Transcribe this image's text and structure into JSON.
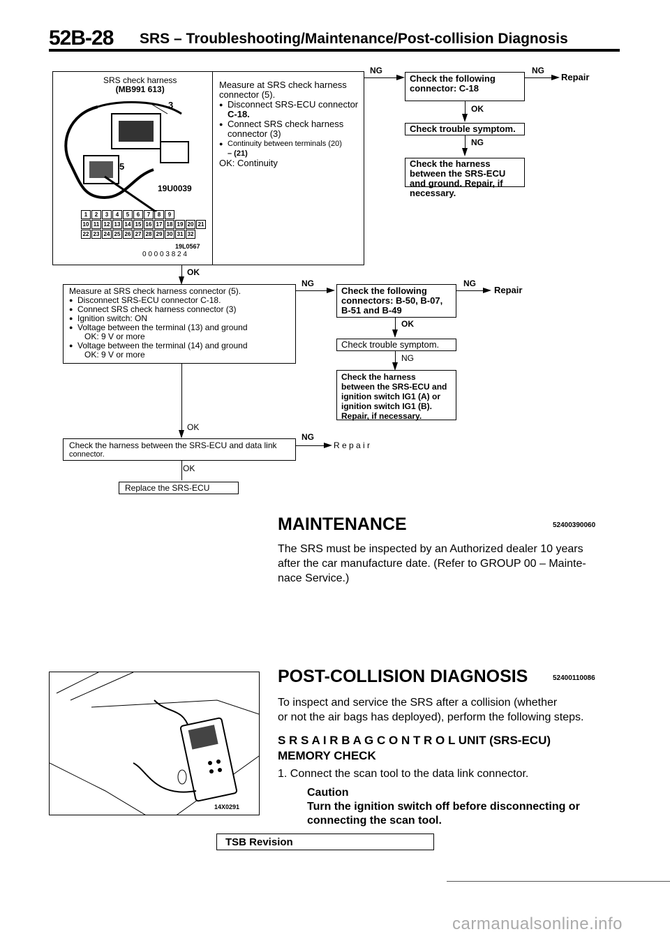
{
  "header": {
    "page_number": "52B-28",
    "title": "SRS – Troubleshooting/Maintenance/Post-collision Diagnosis"
  },
  "step1": {
    "figure": {
      "label": "SRS check harness",
      "part": "(MB991 613)",
      "callout3": "3",
      "callout5": "5",
      "code1": "19U0039",
      "code2": "19L0567",
      "code3": "0 0 0 0 3 8 2 4",
      "pins_row1": [
        "1",
        "2",
        "3",
        "4",
        "5",
        "6",
        "7",
        "8",
        "9"
      ],
      "pins_row2": [
        "10",
        "11",
        "12",
        "13",
        "14",
        "15",
        "16",
        "17",
        "18",
        "19",
        "20",
        "21"
      ],
      "pins_row3": [
        "22",
        "23",
        "24",
        "25",
        "26",
        "27",
        "28",
        "29",
        "30",
        "31",
        "32"
      ]
    },
    "text": {
      "line1": "Measure at SRS check harness",
      "line2": "connector (5).",
      "b1": "Disconnect SRS-ECU connector",
      "b1b": "C-18.",
      "b2": "Connect SRS check harness",
      "b2b": "connector (3)",
      "b3": "Continuity between terminals (20)",
      "b3b": "– (21)",
      "ok": "OK: Continuity"
    },
    "ng": "NG",
    "check_box": "Check the following connector: C-18",
    "ng2": "NG",
    "repair": "Repair",
    "ok1": "OK",
    "trouble": "Check trouble symptom.",
    "ng3": "NG",
    "harness": "Check the harness between the SRS-ECU and ground. Repair, if necessary."
  },
  "ok_a": "OK",
  "step2": {
    "title": "Measure at SRS check harness connector (5).",
    "b1": "Disconnect SRS-ECU connector C-18.",
    "b2": "Connect SRS check harness connector (3)",
    "b3": "Ignition switch: ON",
    "b4": "Voltage between the terminal (13) and ground",
    "b4ok": "OK: 9 V or more",
    "b5": "Voltage between the terminal (14) and ground",
    "b5ok": "OK: 9 V or more",
    "ng": "NG",
    "check_box": "Check the following connectors: B-50, B-07, B-51 and B-49",
    "ng2": "NG",
    "repair": "Repair",
    "ok1": "OK",
    "trouble": "Check trouble symptom.",
    "ng3": "NG",
    "harness": "Check the harness between the SRS-ECU and ignition switch IG1 (A) or ignition switch IG1 (B). Repair, if necessary."
  },
  "ok_b": "OK",
  "step3": {
    "text": "Check the harness between the SRS-ECU and data link",
    "text2": "connector.",
    "ng": "NG",
    "repair": "R e p a i r"
  },
  "ok_c": "OK",
  "replace": "Replace the SRS-ECU",
  "maintenance": {
    "heading": "MAINTENANCE",
    "code": "52400390060",
    "line1": "The SRS must be inspected by an Authorized dealer 10 years",
    "line2": "after the car manufacture date. (Refer to GROUP 00 – Mainte-",
    "line3": "nace Service.)"
  },
  "post": {
    "heading": "POST-COLLISION DIAGNOSIS",
    "code": "52400110086",
    "line1": "To inspect and service the SRS after a collision (whether",
    "line2": "or not the air bags has deployed), perform the following steps.",
    "sub1": "S R S  A I R  B A G  C O N T R O L  UNIT (SRS-ECU)",
    "sub2": "MEMORY CHECK",
    "step": "1. Connect the scan tool to the data link connector.",
    "caution": "Caution",
    "caution1": "Turn the ignition switch off before disconnecting or",
    "caution2": "connecting the scan tool.",
    "fig_code": "14X0291"
  },
  "footer": {
    "revision": "TSB Revision",
    "watermark": "carmanualsonline.info"
  }
}
